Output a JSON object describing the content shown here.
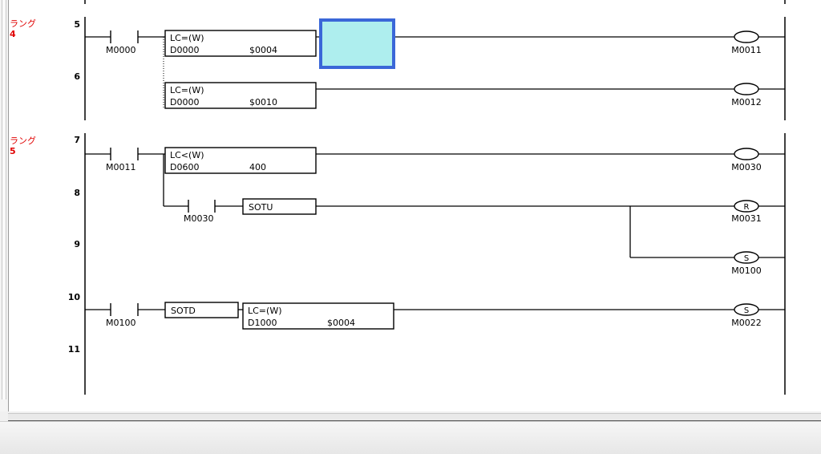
{
  "colors": {
    "rung_label": "#e00000",
    "wire": "#000000",
    "cursor_fill": "#aeeeee",
    "cursor_border": "#3a67d8"
  },
  "rungs": [
    {
      "label": "ラング",
      "number": "4"
    },
    {
      "label": "ラング",
      "number": "5"
    }
  ],
  "line_numbers": [
    "5",
    "6",
    "7",
    "8",
    "9",
    "10",
    "11"
  ],
  "contacts": [
    "M0000",
    "M0011",
    "M0030",
    "M0100"
  ],
  "compare_blocks": [
    {
      "instr": "LC=(W)",
      "operand": "D0000",
      "value": "$0004"
    },
    {
      "instr": "LC=(W)",
      "operand": "D0000",
      "value": "$0010"
    },
    {
      "instr": "LC<(W)",
      "operand": "D0600",
      "value": "400"
    },
    {
      "instr": "LC=(W)",
      "operand": "D1000",
      "value": "$0004"
    }
  ],
  "function_blocks": [
    "SOTU",
    "SOTD"
  ],
  "coils": [
    {
      "symbol": "",
      "address": "M0011"
    },
    {
      "symbol": "",
      "address": "M0012"
    },
    {
      "symbol": "",
      "address": "M0030"
    },
    {
      "symbol": "R",
      "address": "M0031"
    },
    {
      "symbol": "S",
      "address": "M0100"
    },
    {
      "symbol": "S",
      "address": "M0022"
    }
  ]
}
